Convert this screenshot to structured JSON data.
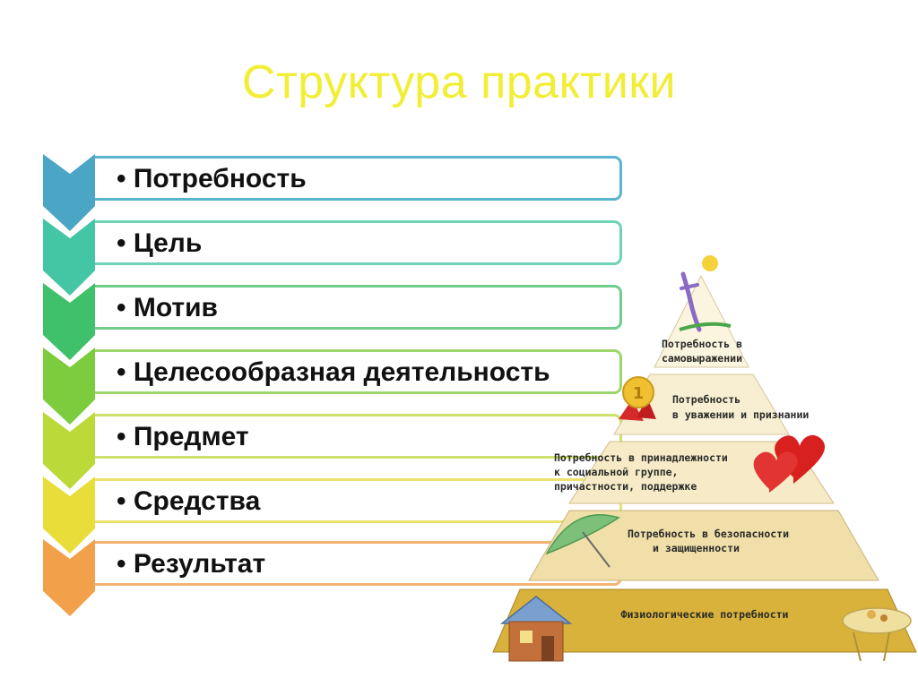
{
  "title": "Структура практики",
  "steps": [
    {
      "label": "• Потребность",
      "color": "#4aa6c4",
      "border": "#5ab3cf"
    },
    {
      "label": "• Цель",
      "color": "#44c6a4",
      "border": "#6ed3b8"
    },
    {
      "label": "• Мотив",
      "color": "#3fc06a",
      "border": "#6fcc8a"
    },
    {
      "label": "• Целесообразная деятельность",
      "color": "#7ccc3e",
      "border": "#9cd66a"
    },
    {
      "label": "• Предмет",
      "color": "#bcd93a",
      "border": "#cde06a"
    },
    {
      "label": "• Средства",
      "color": "#e9de39",
      "border": "#ece16b"
    },
    {
      "label": "• Результат",
      "color": "#f2a04a",
      "border": "#f3b374"
    }
  ],
  "pyramid": {
    "levels": [
      [
        "Потребность в",
        "самовыражении"
      ],
      [
        "Потребность",
        "в уважении и признании"
      ],
      [
        "Потребность в принадлежности",
        "к социальной группе,",
        "причастности, поддержке"
      ],
      [
        "Потребность в безопасности",
        "и защищенности"
      ],
      [
        "Физиологические потребности"
      ]
    ],
    "icons": [
      "figure-sun-icon",
      "medal-icon",
      "hearts-icon",
      "umbrella-icon",
      "house-icon",
      "food-icon"
    ]
  }
}
